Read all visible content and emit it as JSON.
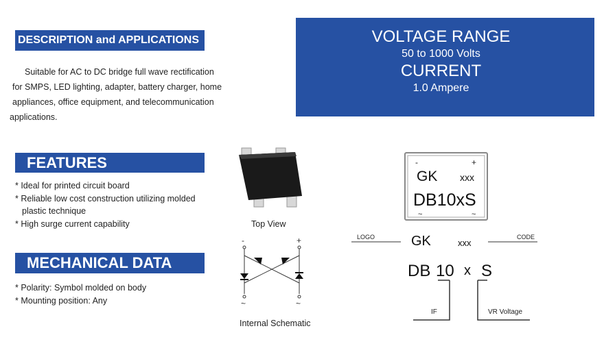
{
  "description": {
    "heading": "DESCRIPTION and APPLICATIONS",
    "lines": [
      "Suitable for AC to DC bridge full wave rectification",
      "for SMPS, LED lighting, adapter, battery charger, home",
      "appliances, office equipment, and telecommunication",
      "applications."
    ]
  },
  "features": {
    "heading": "FEATURES",
    "items": [
      "* Ideal for printed circuit board",
      "* Reliable low cost construction utilizing molded",
      "plastic technique",
      "* High surge current capability"
    ]
  },
  "mechanical": {
    "heading": "MECHANICAL DATA",
    "items": [
      "* Polarity: Symbol molded on body",
      "* Mounting position: Any"
    ]
  },
  "rating": {
    "voltage_title": "VOLTAGE RANGE",
    "voltage_value": "50 to 1000 Volts",
    "current_title": "CURRENT",
    "current_value": "1.0 Ampere"
  },
  "package": {
    "top_view_label": "Top View",
    "schematic_label": "Internal Schematic",
    "minus": "-",
    "plus": "+",
    "tilde": "~"
  },
  "marking": {
    "chip_logo": "GK",
    "chip_code": "xxx",
    "chip_part": "DB10xS",
    "logo_label": "LOGO",
    "code_label": "CODE",
    "logo_value": "GK",
    "code_value": "xxx",
    "part_db": "DB",
    "part_10": "10",
    "part_x": "x",
    "part_s": "S",
    "if_label": "IF",
    "vr_label": "VR Voltage"
  },
  "colors": {
    "header_blue": "#2651a3"
  }
}
